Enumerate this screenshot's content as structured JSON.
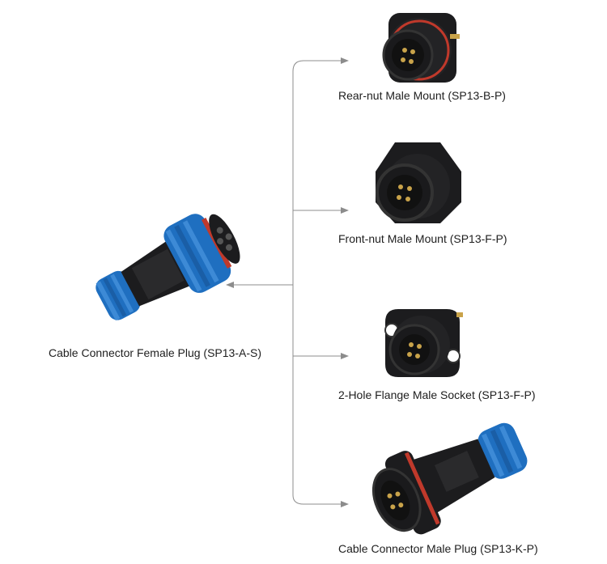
{
  "source": {
    "label": "Cable Connector Female Plug (SP13-A-S)",
    "icon": "female-plug-icon"
  },
  "targets": [
    {
      "label": "Rear-nut Male Mount (SP13-B-P)",
      "icon": "rear-nut-mount-icon"
    },
    {
      "label": "Front-nut Male Mount (SP13-F-P)",
      "icon": "front-nut-mount-icon"
    },
    {
      "label": "2-Hole Flange Male Socket (SP13-F-P)",
      "icon": "flange-socket-icon"
    },
    {
      "label": "Cable Connector Male Plug (SP13-K-P)",
      "icon": "male-plug-icon"
    }
  ],
  "colors": {
    "body": "#1c1c1e",
    "accent_blue": "#1f6fc0",
    "seal_red": "#c0392b",
    "connector_line": "#8c8c8c"
  }
}
